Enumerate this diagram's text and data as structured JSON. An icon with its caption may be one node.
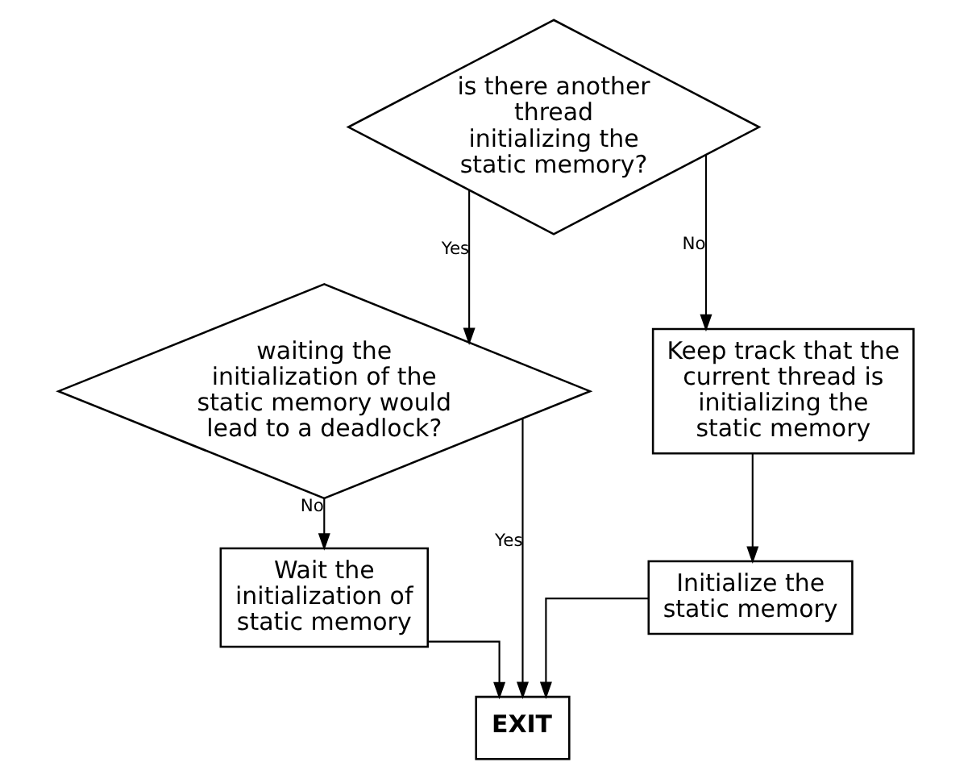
{
  "diagram": {
    "nodes": [
      {
        "text": [
          "is there another thread initializing the static memory?"
        ]
      },
      {
        "text": [
          "waiting the initialization of the static memory would lead to a deadlock?"
        ]
      },
      {
        "text": [
          "Keep track that the current thread is initializing the static memory"
        ]
      },
      {
        "text": [
          "Wait the initialization of static memory"
        ]
      },
      {
        "text": [
          "Initialize the static memory"
        ]
      },
      {
        "text": [
          "EXIT"
        ]
      }
    ],
    "edges": [
      {
        "from": 0,
        "to": 1,
        "arrow": "to",
        "label": "Yes"
      },
      {
        "from": 0,
        "to": 2,
        "arrow": "to",
        "label": "No"
      },
      {
        "from": 1,
        "to": 3,
        "arrow": "to",
        "label": "No"
      },
      {
        "from": 1,
        "to": 5,
        "arrow": "to",
        "label": "Yes"
      },
      {
        "from": 2,
        "to": 4,
        "arrow": "to"
      },
      {
        "from": 4,
        "to": 5,
        "arrow": "to"
      },
      {
        "from": 3,
        "to": 5,
        "arrow": "to"
      }
    ]
  }
}
